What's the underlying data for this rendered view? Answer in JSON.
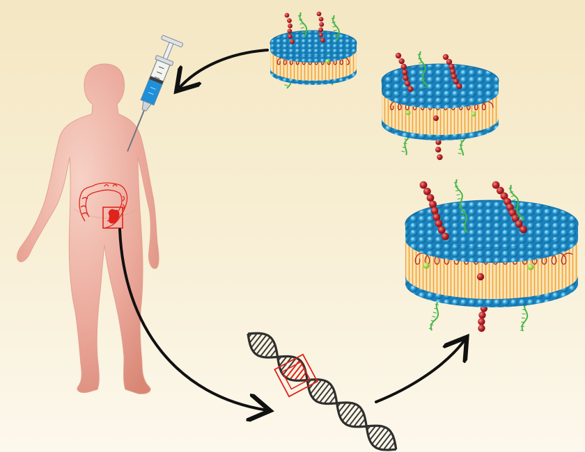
{
  "figure": {
    "background_top": "#f4e7c3",
    "background_bottom": "#fcf8ec",
    "arrow_color": "#111111",
    "body_color": "#eaa89a",
    "highlight_color": "#e0231c",
    "lipid_head_color": "#2a9fd6",
    "lipid_tail_color": "#f0a23a",
    "polymer_color": "#b8231e",
    "dna_strand_color": "#2e2e2e",
    "oligo_strand_color": "#46b54a",
    "syringe_fluid_color": "#1f8fd8"
  },
  "elements": {
    "human": {
      "icon": "human-body-icon"
    },
    "syringe": {
      "icon": "syringe-icon"
    },
    "dna": {
      "icon": "dna-helix-icon"
    },
    "nanodiscs": [
      {
        "icon": "nanodisc-small-icon",
        "size": "small"
      },
      {
        "icon": "nanodisc-medium-icon",
        "size": "medium"
      },
      {
        "icon": "nanodisc-large-icon",
        "size": "large"
      }
    ]
  }
}
